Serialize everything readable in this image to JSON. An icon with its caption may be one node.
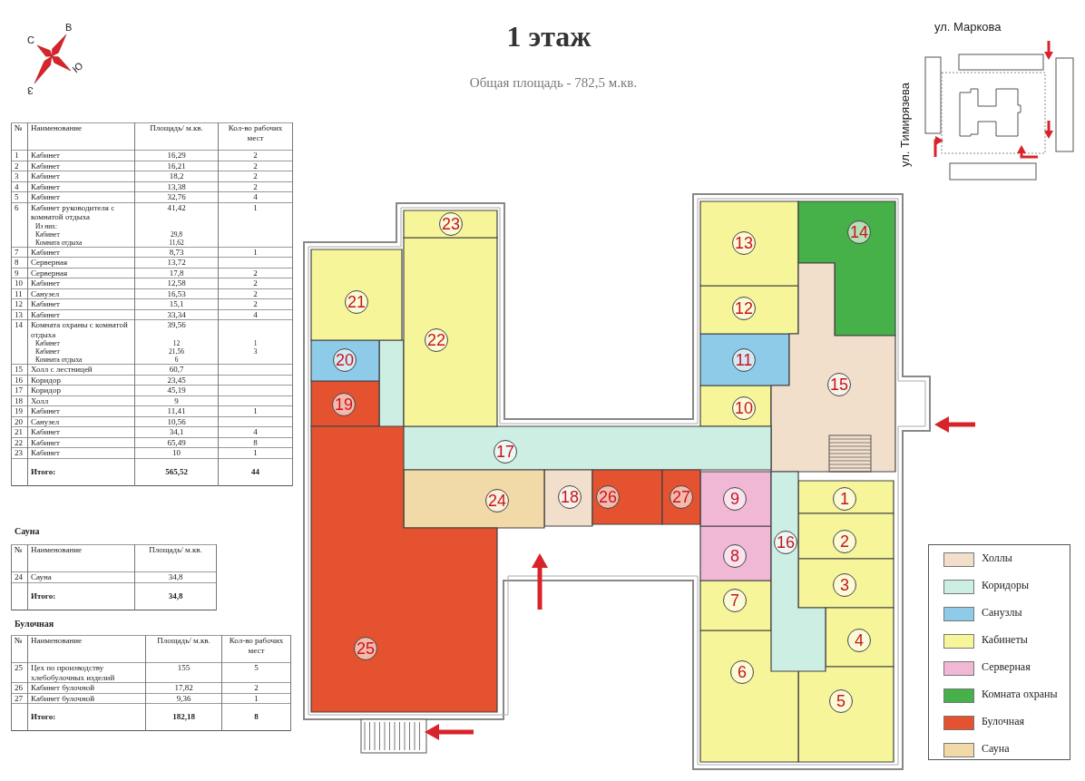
{
  "diagram": {
    "title": "1 этаж",
    "nodes": [
      {
        "text": [
          "1"
        ]
      },
      {
        "text": [
          "2"
        ]
      },
      {
        "text": [
          "3"
        ]
      },
      {
        "text": [
          "4"
        ]
      },
      {
        "text": [
          "5"
        ]
      },
      {
        "text": [
          "6"
        ]
      },
      {
        "text": [
          "7"
        ]
      },
      {
        "text": [
          "8"
        ]
      },
      {
        "text": [
          "9"
        ]
      },
      {
        "text": [
          "10"
        ]
      },
      {
        "text": [
          "11"
        ]
      },
      {
        "text": [
          "12"
        ]
      },
      {
        "text": [
          "13"
        ]
      },
      {
        "text": [
          "14"
        ]
      },
      {
        "text": [
          "15"
        ]
      },
      {
        "text": [
          "16"
        ]
      },
      {
        "text": [
          "17"
        ]
      },
      {
        "text": [
          "18"
        ]
      },
      {
        "text": [
          "19"
        ]
      },
      {
        "text": [
          "20"
        ]
      },
      {
        "text": [
          "21"
        ]
      },
      {
        "text": [
          "22"
        ]
      },
      {
        "text": [
          "23"
        ]
      },
      {
        "text": [
          "24"
        ]
      },
      {
        "text": [
          "25"
        ]
      },
      {
        "text": [
          "26"
        ]
      },
      {
        "text": [
          "27"
        ]
      }
    ],
    "labels": [
      "С",
      "В",
      "Ю",
      "З",
      "Общая площадь - 782,5 м.кв.",
      "ул. Маркова",
      "ул. Тимирязева",
      "№",
      "Наименование",
      "Площадь/ м.кв.",
      "Кол-во рабочих мест",
      "1",
      "Кабинет",
      "16,29",
      "2",
      "2",
      "Кабинет",
      "16,21",
      "2",
      "3",
      "Кабинет",
      "18,2",
      "2",
      "4",
      "Кабинет",
      "13,38",
      "2",
      "5",
      "Кабинет",
      "32,76",
      "4",
      "6",
      "Кабинет руководителя с комнатой отдыха",
      "41,42",
      "1",
      "Из них:",
      "Кабинет",
      "29,8",
      "Комната отдыха",
      "11,62",
      "7",
      "Кабинет",
      "8,73",
      "1",
      "8",
      "Серверная",
      "13,72",
      "9",
      "Серверная",
      "17,8",
      "2",
      "10",
      "Кабинет",
      "12,58",
      "2",
      "11",
      "Санузел",
      "16,53",
      "2",
      "12",
      "Кабинет",
      "15,1",
      "2",
      "13",
      "Кабинет",
      "33,34",
      "4",
      "14",
      "Комната охраны с комнатой отдыха",
      "39,56",
      "Кабинет",
      "12",
      "1",
      "Кабинет",
      "21,56",
      "3",
      "Комната отдыха",
      "6",
      "15",
      "Холл с лестницей",
      "60,7",
      "16",
      "Коридор",
      "23,45",
      "17",
      "Коридор",
      "45,19",
      "18",
      "Холл",
      "9",
      "19",
      "Кабинет",
      "11,41",
      "1",
      "20",
      "Санузел",
      "10,56",
      "21",
      "Кабинет",
      "34,1",
      "4",
      "22",
      "Кабинет",
      "65,49",
      "8",
      "23",
      "Кабинет",
      "10",
      "1",
      "Итого:",
      "565,52",
      "44",
      "Сауна",
      "№",
      "Наименование",
      "Площадь/ м.кв.",
      "24",
      "Сауна",
      "34,8",
      "Итого:",
      "34,8",
      "Булочная",
      "№",
      "Наименование",
      "Площадь/ м.кв.",
      "Кол-во рабочих мест",
      "25",
      "Цех по производству хлебобулочных изделий",
      "155",
      "5",
      "26",
      "Кабинет булочной",
      "17,82",
      "2",
      "27",
      "Кабинет булочной",
      "9,36",
      "1",
      "Итого:",
      "182,18",
      "8"
    ],
    "legend": [
      {
        "text": "Холлы",
        "color": "#f1dfcc"
      },
      {
        "text": "Коридоры",
        "color": "#cdeee3"
      },
      {
        "text": "Санузлы",
        "color": "#8ecbe8"
      },
      {
        "text": "Кабинеты",
        "color": "#f7f59a"
      },
      {
        "text": "Серверная",
        "color": "#f1b8d6"
      },
      {
        "text": "Комната охраны",
        "color": "#46b049"
      },
      {
        "text": "Булочная",
        "color": "#e5522f"
      },
      {
        "text": "Сауна",
        "color": "#f2d9a8"
      }
    ]
  }
}
